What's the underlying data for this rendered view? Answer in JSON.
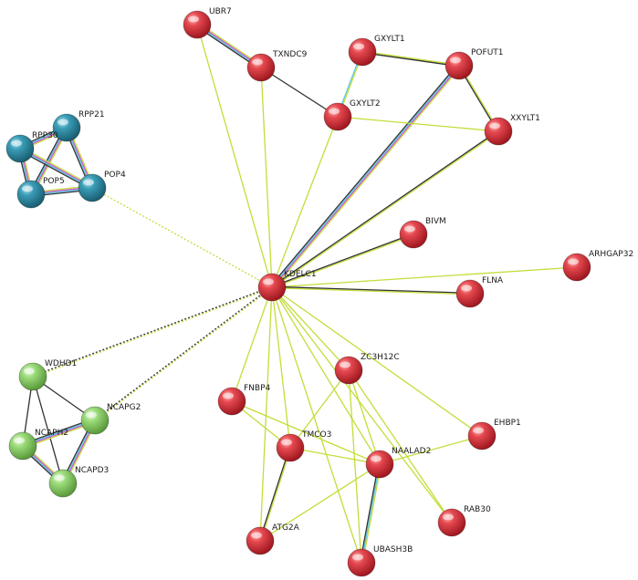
{
  "colors": {
    "red": "#d9363e",
    "blue": "#2e8fa8",
    "green": "#8fd36a",
    "edge_textmining": "#c5dc3a",
    "edge_coexpression": "#333333",
    "edge_experimental": "#cc55cc",
    "edge_database": "#5bc7e0"
  },
  "nodes": [
    {
      "id": "UBR7",
      "label": "UBR7",
      "color": "red"
    },
    {
      "id": "TXNDC9",
      "label": "TXNDC9",
      "color": "red"
    },
    {
      "id": "GXYLT1",
      "label": "GXYLT1",
      "color": "red"
    },
    {
      "id": "POFUT1",
      "label": "POFUT1",
      "color": "red"
    },
    {
      "id": "GXYLT2",
      "label": "GXYLT2",
      "color": "red"
    },
    {
      "id": "XXYLT1",
      "label": "XXYLT1",
      "color": "red"
    },
    {
      "id": "BIVM",
      "label": "BIVM",
      "color": "red"
    },
    {
      "id": "ARHGAP32",
      "label": "ARHGAP32",
      "color": "red"
    },
    {
      "id": "KDELC1",
      "label": "KDELC1",
      "color": "red"
    },
    {
      "id": "FLNA",
      "label": "FLNA",
      "color": "red"
    },
    {
      "id": "ZC3H12C",
      "label": "ZC3H12C",
      "color": "red"
    },
    {
      "id": "FNBP4",
      "label": "FNBP4",
      "color": "red"
    },
    {
      "id": "EHBP1",
      "label": "EHBP1",
      "color": "red"
    },
    {
      "id": "TMCO3",
      "label": "TMCO3",
      "color": "red"
    },
    {
      "id": "NAALAD2",
      "label": "NAALAD2",
      "color": "red"
    },
    {
      "id": "RAB30",
      "label": "RAB30",
      "color": "red"
    },
    {
      "id": "ATG2A",
      "label": "ATG2A",
      "color": "red"
    },
    {
      "id": "UBASH3B",
      "label": "UBASH3B",
      "color": "red"
    },
    {
      "id": "RPP21",
      "label": "RPP21",
      "color": "blue"
    },
    {
      "id": "RPP30",
      "label": "RPP30",
      "color": "blue"
    },
    {
      "id": "POP5",
      "label": "POP5",
      "color": "blue"
    },
    {
      "id": "POP4",
      "label": "POP4",
      "color": "blue"
    },
    {
      "id": "WDHD1",
      "label": "WDHD1",
      "color": "green"
    },
    {
      "id": "NCAPG2",
      "label": "NCAPG2",
      "color": "green"
    },
    {
      "id": "NCAPH2",
      "label": "NCAPH2",
      "color": "green"
    },
    {
      "id": "NCAPD3",
      "label": "NCAPD3",
      "color": "green"
    }
  ],
  "edges": [
    {
      "source": "UBR7",
      "target": "TXNDC9",
      "types": [
        "textmining",
        "experimental",
        "database",
        "coexpression"
      ]
    },
    {
      "source": "UBR7",
      "target": "KDELC1",
      "types": [
        "textmining"
      ]
    },
    {
      "source": "TXNDC9",
      "target": "GXYLT2",
      "types": [
        "coexpression"
      ]
    },
    {
      "source": "TXNDC9",
      "target": "KDELC1",
      "types": [
        "textmining"
      ]
    },
    {
      "source": "GXYLT1",
      "target": "POFUT1",
      "types": [
        "textmining",
        "coexpression"
      ]
    },
    {
      "source": "GXYLT1",
      "target": "GXYLT2",
      "types": [
        "textmining",
        "database"
      ]
    },
    {
      "source": "POFUT1",
      "target": "XXYLT1",
      "types": [
        "textmining",
        "coexpression"
      ]
    },
    {
      "source": "POFUT1",
      "target": "KDELC1",
      "types": [
        "textmining",
        "experimental",
        "database",
        "coexpression"
      ]
    },
    {
      "source": "GXYLT2",
      "target": "XXYLT1",
      "types": [
        "textmining"
      ]
    },
    {
      "source": "GXYLT2",
      "target": "KDELC1",
      "types": [
        "textmining"
      ]
    },
    {
      "source": "XXYLT1",
      "target": "KDELC1",
      "types": [
        "textmining",
        "coexpression"
      ]
    },
    {
      "source": "BIVM",
      "target": "KDELC1",
      "types": [
        "textmining",
        "coexpression"
      ]
    },
    {
      "source": "ARHGAP32",
      "target": "KDELC1",
      "types": [
        "textmining"
      ]
    },
    {
      "source": "FLNA",
      "target": "KDELC1",
      "types": [
        "textmining",
        "coexpression"
      ]
    },
    {
      "source": "KDELC1",
      "target": "ZC3H12C",
      "types": [
        "textmining"
      ]
    },
    {
      "source": "KDELC1",
      "target": "FNBP4",
      "types": [
        "textmining"
      ]
    },
    {
      "source": "KDELC1",
      "target": "EHBP1",
      "types": [
        "textmining"
      ]
    },
    {
      "source": "KDELC1",
      "target": "TMCO3",
      "types": [
        "textmining"
      ]
    },
    {
      "source": "KDELC1",
      "target": "NAALAD2",
      "types": [
        "textmining"
      ]
    },
    {
      "source": "KDELC1",
      "target": "RAB30",
      "types": [
        "textmining"
      ]
    },
    {
      "source": "KDELC1",
      "target": "ATG2A",
      "types": [
        "textmining"
      ]
    },
    {
      "source": "KDELC1",
      "target": "UBASH3B",
      "types": [
        "textmining"
      ]
    },
    {
      "source": "KDELC1",
      "target": "POP4",
      "types": [
        "textmining"
      ],
      "dashed": true
    },
    {
      "source": "KDELC1",
      "target": "WDHD1",
      "types": [
        "textmining",
        "coexpression"
      ],
      "dashed": true
    },
    {
      "source": "KDELC1",
      "target": "NCAPG2",
      "types": [
        "textmining",
        "coexpression"
      ],
      "dashed": true
    },
    {
      "source": "FNBP4",
      "target": "NAALAD2",
      "types": [
        "textmining"
      ]
    },
    {
      "source": "FNBP4",
      "target": "TMCO3",
      "types": [
        "textmining"
      ]
    },
    {
      "source": "TMCO3",
      "target": "NAALAD2",
      "types": [
        "textmining"
      ]
    },
    {
      "source": "TMCO3",
      "target": "ATG2A",
      "types": [
        "textmining",
        "coexpression"
      ]
    },
    {
      "source": "TMCO3",
      "target": "ZC3H12C",
      "types": [
        "textmining"
      ]
    },
    {
      "source": "NAALAD2",
      "target": "EHBP1",
      "types": [
        "textmining"
      ]
    },
    {
      "source": "NAALAD2",
      "target": "ATG2A",
      "types": [
        "textmining"
      ]
    },
    {
      "source": "NAALAD2",
      "target": "UBASH3B",
      "types": [
        "textmining",
        "database",
        "coexpression"
      ]
    },
    {
      "source": "ZC3H12C",
      "target": "NAALAD2",
      "types": [
        "textmining"
      ]
    },
    {
      "source": "ZC3H12C",
      "target": "RAB30",
      "types": [
        "textmining"
      ]
    },
    {
      "source": "ZC3H12C",
      "target": "UBASH3B",
      "types": [
        "textmining"
      ]
    },
    {
      "source": "RPP21",
      "target": "RPP30",
      "types": [
        "textmining",
        "experimental",
        "database",
        "coexpression"
      ]
    },
    {
      "source": "RPP21",
      "target": "POP5",
      "types": [
        "textmining",
        "experimental",
        "database",
        "coexpression"
      ]
    },
    {
      "source": "RPP21",
      "target": "POP4",
      "types": [
        "textmining",
        "experimental",
        "database",
        "coexpression"
      ]
    },
    {
      "source": "RPP30",
      "target": "POP5",
      "types": [
        "textmining",
        "experimental",
        "database",
        "coexpression"
      ]
    },
    {
      "source": "RPP30",
      "target": "POP4",
      "types": [
        "textmining",
        "experimental",
        "database",
        "coexpression"
      ]
    },
    {
      "source": "POP5",
      "target": "POP4",
      "types": [
        "textmining",
        "experimental",
        "database",
        "coexpression"
      ]
    },
    {
      "source": "WDHD1",
      "target": "NCAPG2",
      "types": [
        "coexpression"
      ]
    },
    {
      "source": "WDHD1",
      "target": "NCAPH2",
      "types": [
        "coexpression"
      ]
    },
    {
      "source": "WDHD1",
      "target": "NCAPD3",
      "types": [
        "coexpression"
      ]
    },
    {
      "source": "NCAPG2",
      "target": "NCAPH2",
      "types": [
        "textmining",
        "experimental",
        "database",
        "coexpression"
      ]
    },
    {
      "source": "NCAPG2",
      "target": "NCAPD3",
      "types": [
        "textmining",
        "experimental",
        "database",
        "coexpression"
      ]
    },
    {
      "source": "NCAPH2",
      "target": "NCAPD3",
      "types": [
        "textmining",
        "experimental",
        "database",
        "coexpression"
      ]
    }
  ]
}
